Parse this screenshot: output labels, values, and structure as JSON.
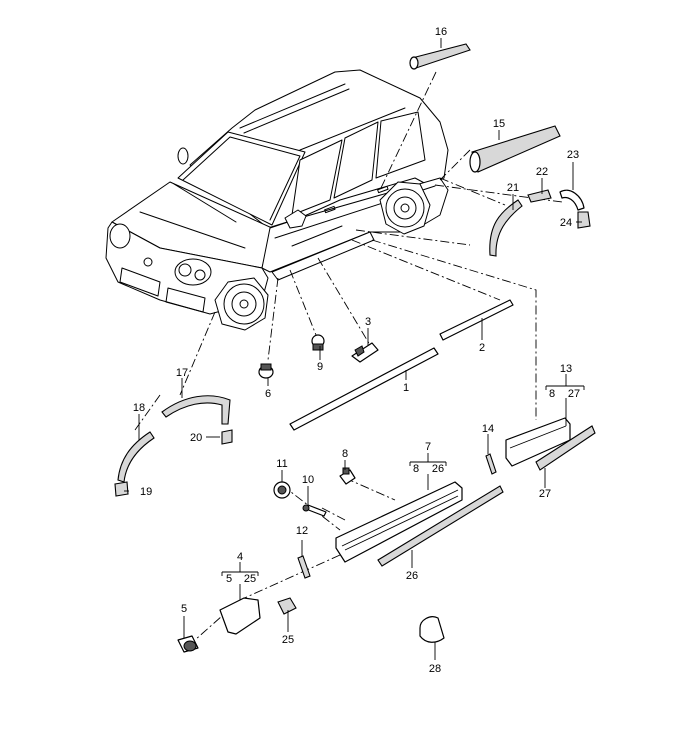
{
  "callouts": [
    {
      "id": "c1",
      "text": "1"
    },
    {
      "id": "c2",
      "text": "2"
    },
    {
      "id": "c3",
      "text": "3"
    },
    {
      "id": "c4",
      "text": "4"
    },
    {
      "id": "c4a",
      "text": "5"
    },
    {
      "id": "c4b",
      "text": "25"
    },
    {
      "id": "c5",
      "text": "5"
    },
    {
      "id": "c6",
      "text": "6"
    },
    {
      "id": "c7",
      "text": "7"
    },
    {
      "id": "c7a",
      "text": "8"
    },
    {
      "id": "c7b",
      "text": "26"
    },
    {
      "id": "c8",
      "text": "8"
    },
    {
      "id": "c9",
      "text": "9"
    },
    {
      "id": "c10",
      "text": "10"
    },
    {
      "id": "c11",
      "text": "11"
    },
    {
      "id": "c12",
      "text": "12"
    },
    {
      "id": "c13",
      "text": "13"
    },
    {
      "id": "c13a",
      "text": "8"
    },
    {
      "id": "c13b",
      "text": "27"
    },
    {
      "id": "c14",
      "text": "14"
    },
    {
      "id": "c15",
      "text": "15"
    },
    {
      "id": "c16",
      "text": "16"
    },
    {
      "id": "c17",
      "text": "17"
    },
    {
      "id": "c18",
      "text": "18"
    },
    {
      "id": "c19",
      "text": "19"
    },
    {
      "id": "c20",
      "text": "20"
    },
    {
      "id": "c21",
      "text": "21"
    },
    {
      "id": "c22",
      "text": "22"
    },
    {
      "id": "c23",
      "text": "23"
    },
    {
      "id": "c24",
      "text": "24"
    },
    {
      "id": "c25",
      "text": "25"
    },
    {
      "id": "c26",
      "text": "26"
    },
    {
      "id": "c27",
      "text": "27"
    },
    {
      "id": "c28",
      "text": "28"
    }
  ]
}
